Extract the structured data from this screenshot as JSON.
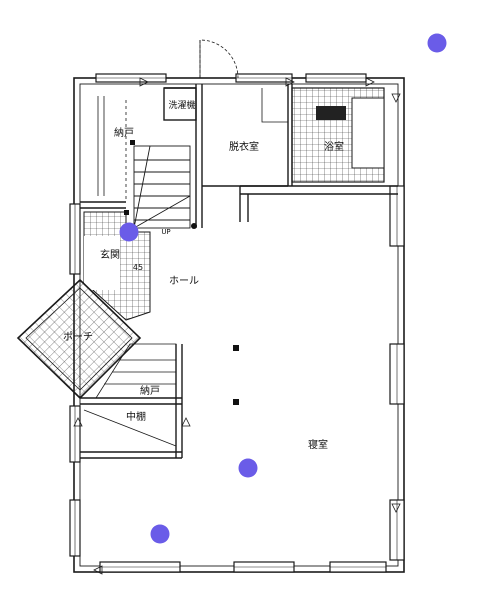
{
  "plan": {
    "rooms": {
      "laundry": "洗濯機",
      "storage_upper": "納戸",
      "dressing": "脱衣室",
      "bath": "浴室",
      "entrance": "玄関",
      "entrance_sub": "45",
      "hall": "ホール",
      "porch": "ポーチ",
      "storage_lower": "納戸",
      "mezzanine": "中棚",
      "bedroom": "寝室",
      "stair_up": "UP"
    }
  },
  "markers": [
    {
      "id": "marker-top-right",
      "color": "#6a5ce8"
    },
    {
      "id": "marker-entrance",
      "color": "#6a5ce8"
    },
    {
      "id": "marker-bedroom",
      "color": "#6a5ce8"
    },
    {
      "id": "marker-bottom-left",
      "color": "#6a5ce8"
    }
  ],
  "colors": {
    "line": "#1a1a1a",
    "marker": "#6a5ce8"
  }
}
